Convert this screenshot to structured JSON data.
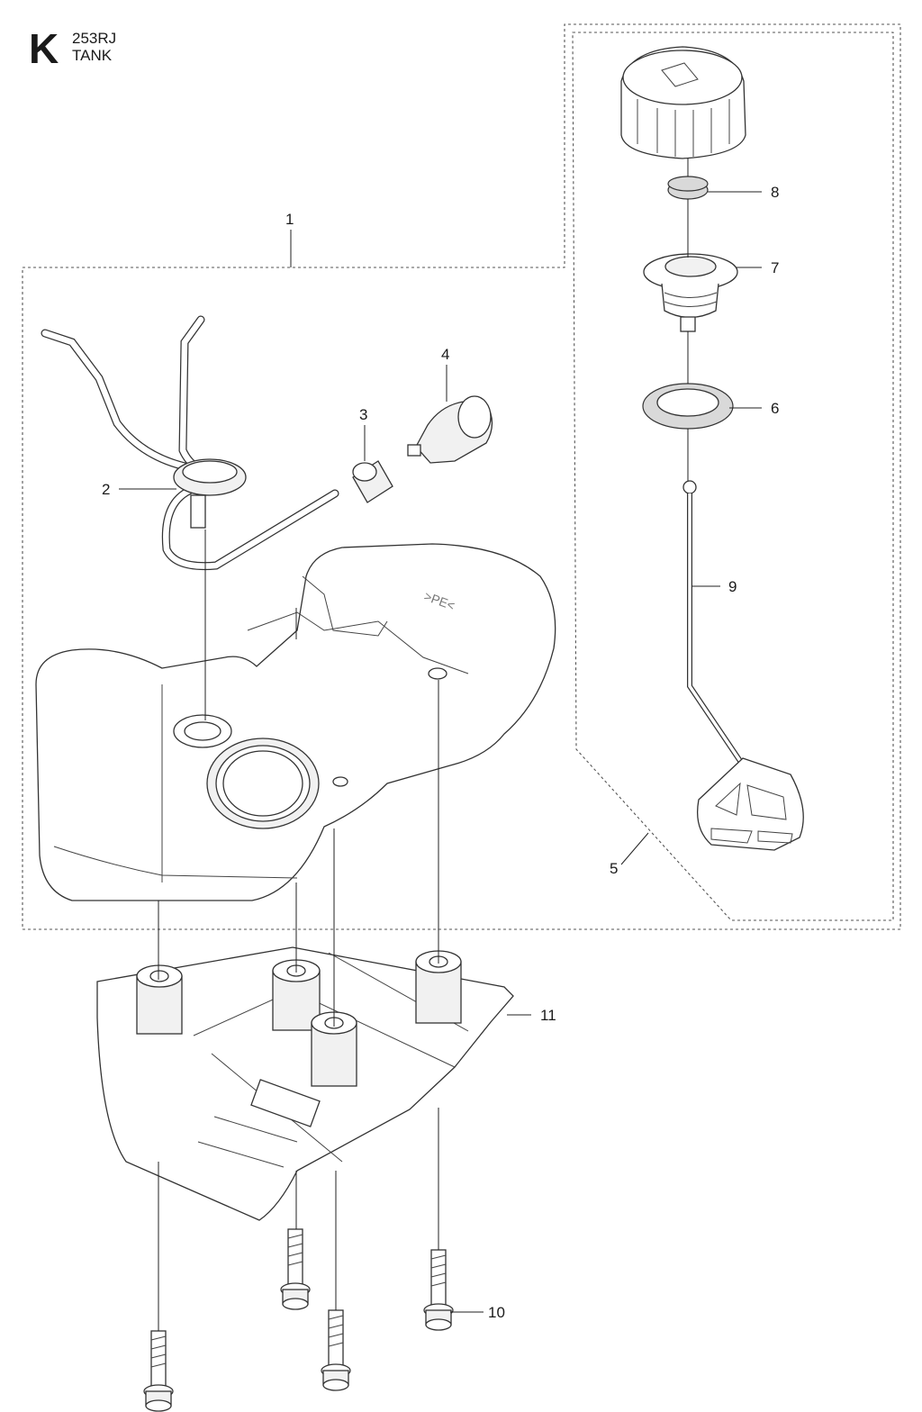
{
  "header": {
    "section_letter": "K",
    "model": "253RJ",
    "title": "TANK"
  },
  "callouts": [
    {
      "id": "callout-1",
      "label": "1"
    },
    {
      "id": "callout-2",
      "label": "2"
    },
    {
      "id": "callout-3",
      "label": "3"
    },
    {
      "id": "callout-4",
      "label": "4"
    },
    {
      "id": "callout-5",
      "label": "5"
    },
    {
      "id": "callout-6",
      "label": "6"
    },
    {
      "id": "callout-7",
      "label": "7"
    },
    {
      "id": "callout-8",
      "label": "8"
    },
    {
      "id": "callout-9",
      "label": "9"
    },
    {
      "id": "callout-10",
      "label": "10"
    },
    {
      "id": "callout-11",
      "label": "11"
    }
  ]
}
